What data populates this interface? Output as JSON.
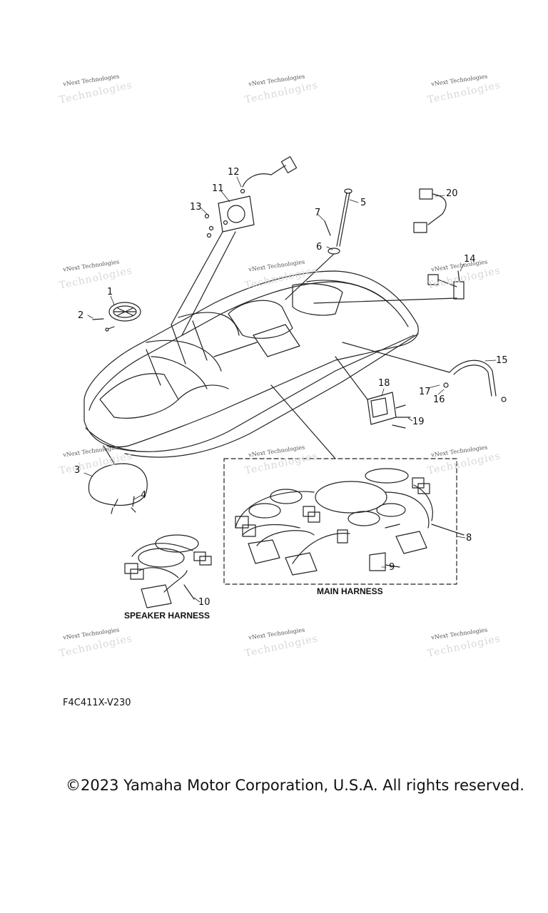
{
  "watermark": {
    "line1": "vNext Technologies",
    "line2": "Technologies"
  },
  "callouts": [
    "1",
    "2",
    "3",
    "4",
    "5",
    "6",
    "7",
    "8",
    "9",
    "10",
    "11",
    "12",
    "13",
    "14",
    "15",
    "16",
    "17",
    "18",
    "19",
    "20"
  ],
  "captions": {
    "main_harness": "MAIN HARNESS",
    "speaker_harness": "SPEAKER HARNESS"
  },
  "diagram_code": "F4C411X-V230",
  "copyright": "©2023 Yamaha Motor Corporation, U.S.A. All rights reserved.",
  "colors": {
    "line": "#222222",
    "watermark": "#9a9a9a",
    "background": "#ffffff"
  }
}
